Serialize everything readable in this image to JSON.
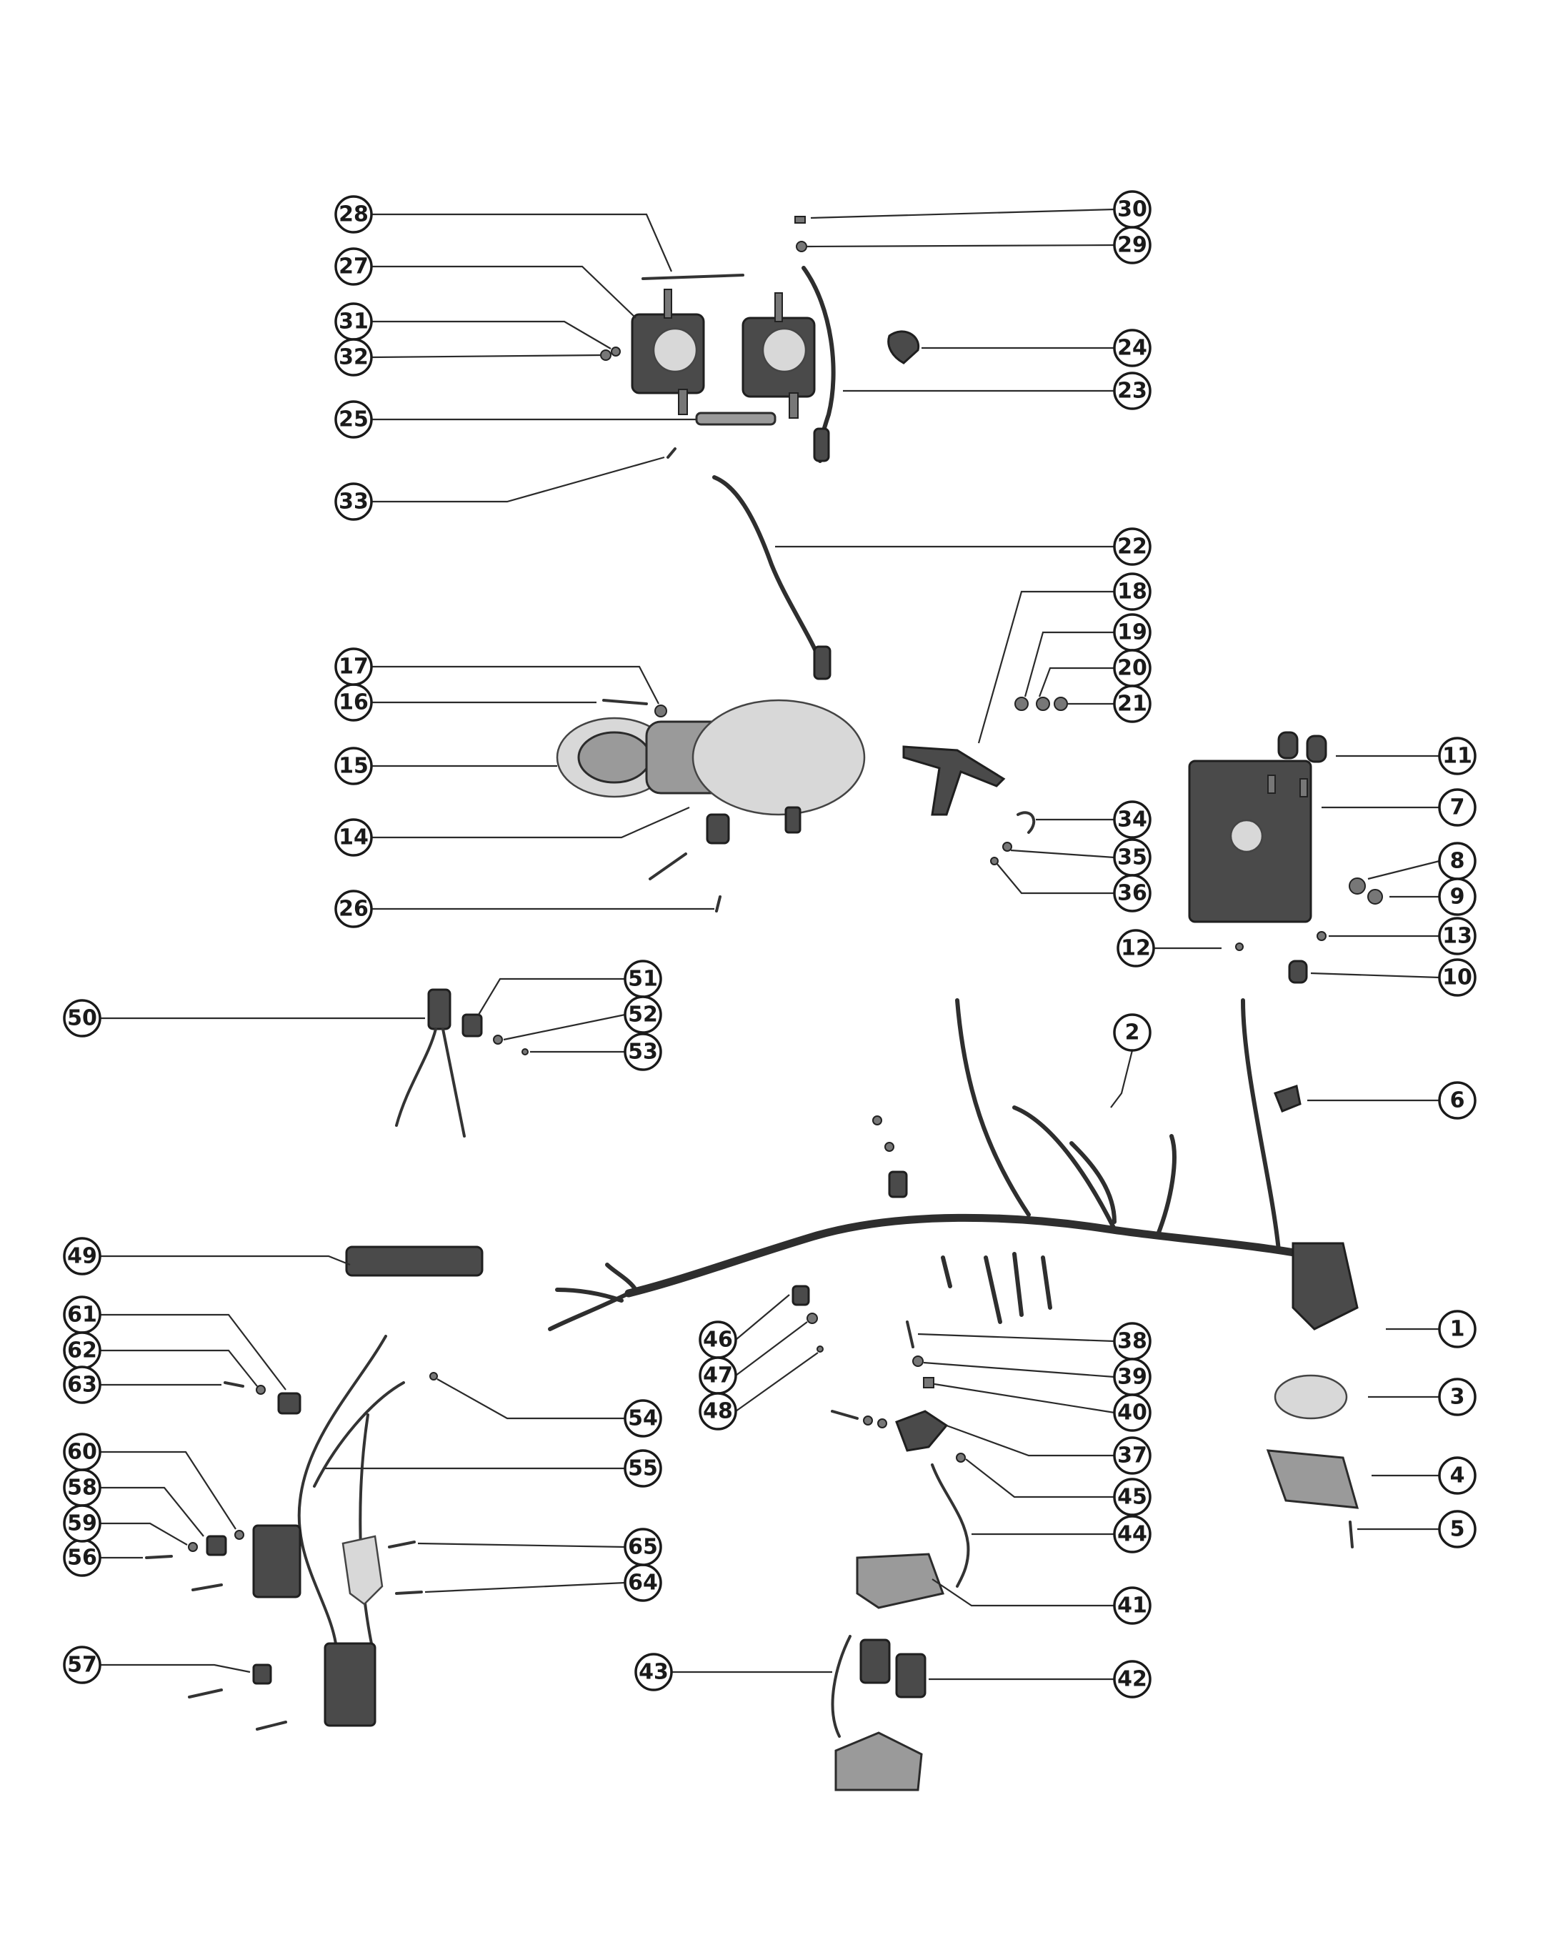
{
  "callouts": [
    {
      "label": "1"
    },
    {
      "label": "2"
    },
    {
      "label": "3"
    },
    {
      "label": "4"
    },
    {
      "label": "5"
    },
    {
      "label": "6"
    },
    {
      "label": "7"
    },
    {
      "label": "8"
    },
    {
      "label": "9"
    },
    {
      "label": "10"
    },
    {
      "label": "11"
    },
    {
      "label": "12"
    },
    {
      "label": "13"
    },
    {
      "label": "14"
    },
    {
      "label": "15"
    },
    {
      "label": "16"
    },
    {
      "label": "17"
    },
    {
      "label": "18"
    },
    {
      "label": "19"
    },
    {
      "label": "20"
    },
    {
      "label": "21"
    },
    {
      "label": "22"
    },
    {
      "label": "23"
    },
    {
      "label": "24"
    },
    {
      "label": "25"
    },
    {
      "label": "26"
    },
    {
      "label": "27"
    },
    {
      "label": "28"
    },
    {
      "label": "29"
    },
    {
      "label": "30"
    },
    {
      "label": "31"
    },
    {
      "label": "32"
    },
    {
      "label": "33"
    },
    {
      "label": "34"
    },
    {
      "label": "35"
    },
    {
      "label": "36"
    },
    {
      "label": "37"
    },
    {
      "label": "38"
    },
    {
      "label": "39"
    },
    {
      "label": "40"
    },
    {
      "label": "41"
    },
    {
      "label": "42"
    },
    {
      "label": "43"
    },
    {
      "label": "44"
    },
    {
      "label": "45"
    },
    {
      "label": "46"
    },
    {
      "label": "47"
    },
    {
      "label": "48"
    },
    {
      "label": "49"
    },
    {
      "label": "50"
    },
    {
      "label": "51"
    },
    {
      "label": "52"
    },
    {
      "label": "53"
    },
    {
      "label": "54"
    },
    {
      "label": "55"
    },
    {
      "label": "56"
    },
    {
      "label": "57"
    },
    {
      "label": "58"
    },
    {
      "label": "59"
    },
    {
      "label": "60"
    },
    {
      "label": "61"
    },
    {
      "label": "62"
    },
    {
      "label": "63"
    },
    {
      "label": "64"
    },
    {
      "label": "65"
    }
  ],
  "colors": {
    "ink": "#1a1a1a",
    "part_fill": "#9a9a9a",
    "part_dark": "#4a4a4a",
    "background": "#ffffff"
  }
}
